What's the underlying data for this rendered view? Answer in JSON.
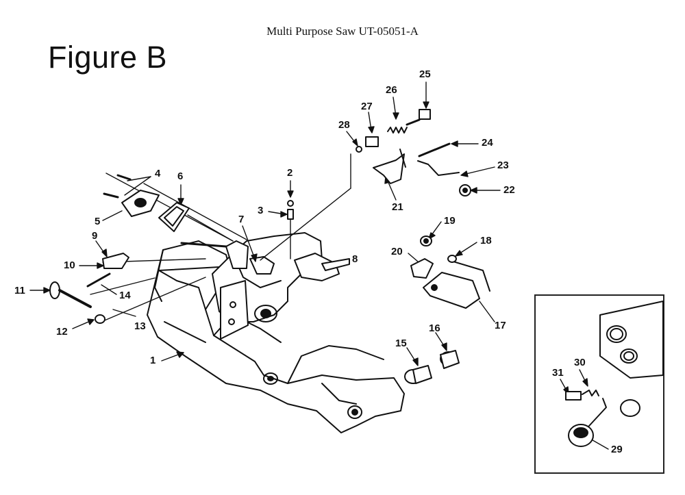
{
  "header": {
    "title": "Multi Purpose Saw UT-05051-A"
  },
  "figure": {
    "label": "Figure B"
  },
  "callouts": [
    "1",
    "2",
    "3",
    "4",
    "5",
    "6",
    "7",
    "8",
    "9",
    "10",
    "11",
    "12",
    "13",
    "14",
    "15",
    "16",
    "17",
    "18",
    "19",
    "20",
    "21",
    "22",
    "23",
    "24",
    "25",
    "26",
    "27",
    "28",
    "29",
    "30",
    "31"
  ]
}
